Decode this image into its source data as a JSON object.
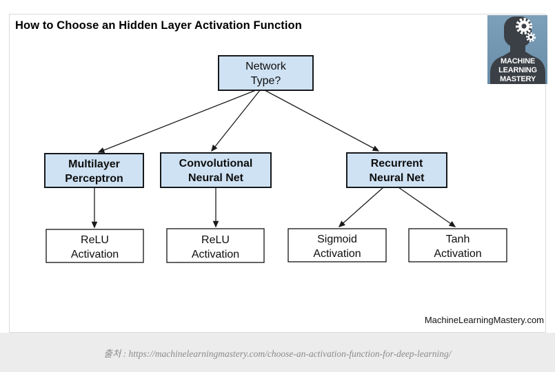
{
  "title": "How to Choose an Hidden Layer Activation Function",
  "watermark": "MachineLearningMastery.com",
  "footer": {
    "source_text": "출처 : https://machinelearningmastery.com/choose-an-activation-function-for-deep-learning/"
  },
  "logo": {
    "lines": [
      "MACHINE",
      "LEARNING",
      "MASTERY"
    ],
    "bg_color": "#7296b2",
    "silhouette_color": "#3b4046"
  },
  "colors": {
    "decision_fill": "#cfe2f3",
    "leaf_fill": "#ffffff",
    "border": "#111111",
    "footer_bar": "#ececec"
  },
  "flowchart": {
    "nodes": {
      "network_type": {
        "lines": [
          "Network",
          "Type?"
        ]
      },
      "mlp": {
        "lines": [
          "Multilayer",
          "Perceptron"
        ]
      },
      "cnn": {
        "lines": [
          "Convolutional",
          "Neural Net"
        ]
      },
      "rnn": {
        "lines": [
          "Recurrent",
          "Neural Net"
        ]
      },
      "relu_mlp": {
        "lines": [
          "ReLU",
          "Activation"
        ]
      },
      "relu_cnn": {
        "lines": [
          "ReLU",
          "Activation"
        ]
      },
      "sigmoid": {
        "lines": [
          "Sigmoid",
          "Activation"
        ]
      },
      "tanh": {
        "lines": [
          "Tanh",
          "Activation"
        ]
      }
    }
  }
}
